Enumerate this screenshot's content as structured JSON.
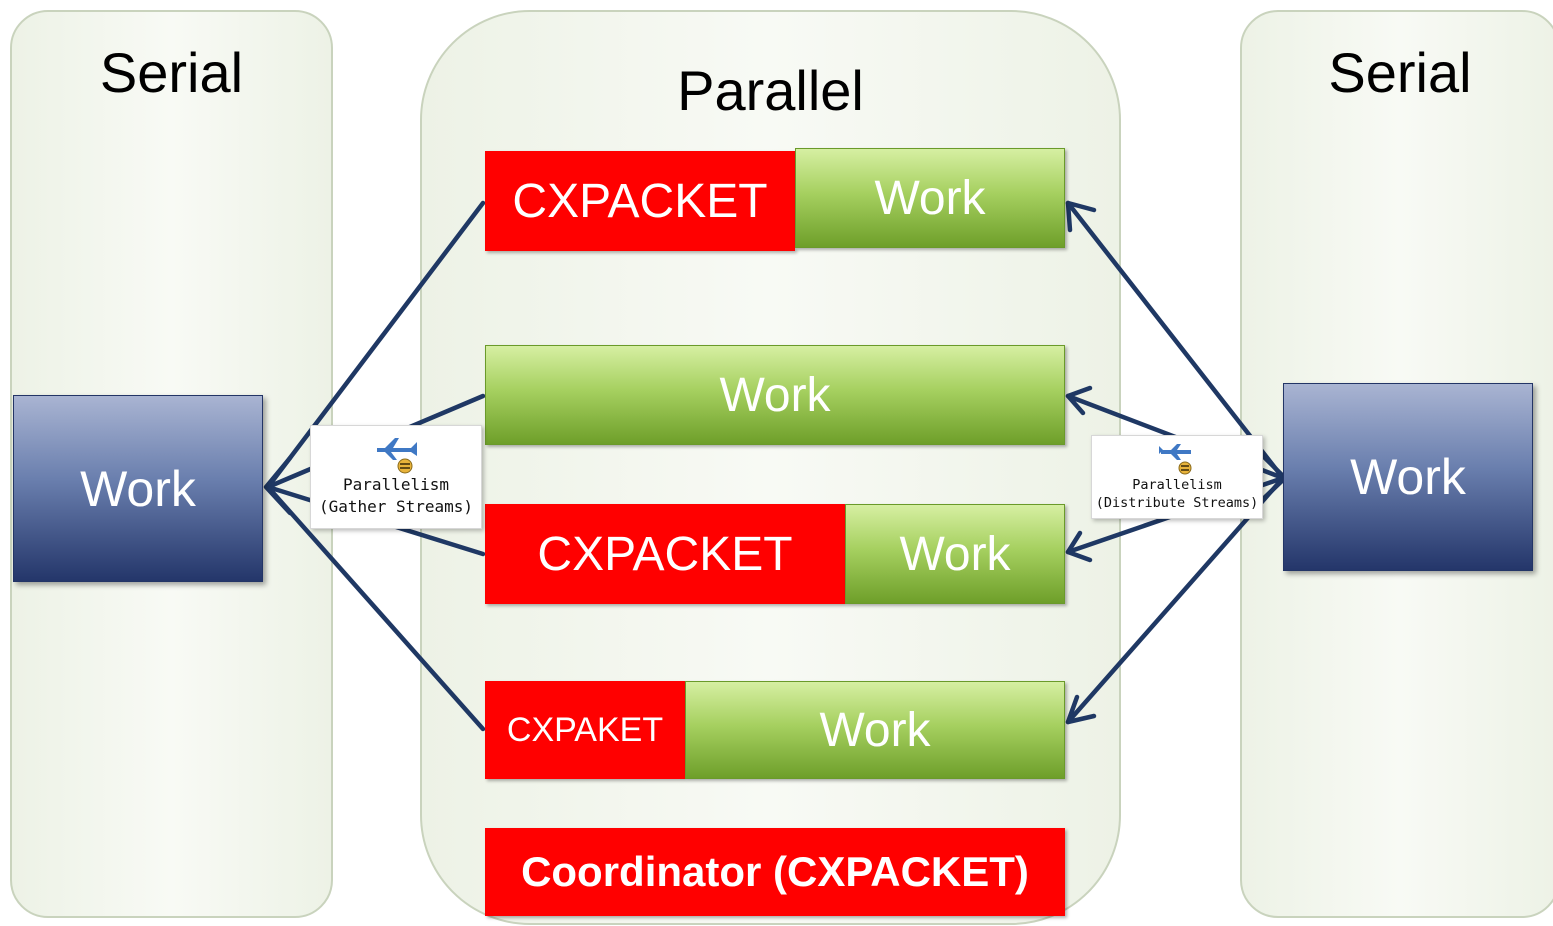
{
  "colors": {
    "cxpacket": "#ff0000",
    "work_green": "#8fc04a",
    "serial_blue": "#3a4f86",
    "arrow": "#1f3864"
  },
  "left_panel": {
    "title": "Serial",
    "work_label": "Work"
  },
  "center_panel": {
    "title": "Parallel",
    "rows": [
      {
        "cxpacket_label": "CXPACKET",
        "work_label": "Work"
      },
      {
        "work_label": "Work"
      },
      {
        "cxpacket_label": "CXPACKET",
        "work_label": "Work"
      },
      {
        "cxpacket_label": "CXPAKET",
        "work_label": "Work"
      }
    ],
    "coordinator_label": "Coordinator (CXPACKET)"
  },
  "right_panel": {
    "title": "Serial",
    "work_label": "Work"
  },
  "operators": {
    "gather": {
      "name": "Parallelism",
      "detail": "(Gather Streams)",
      "icon": "parallelism-gather-icon"
    },
    "distribute": {
      "name": "Parallelism",
      "detail": "(Distribute Streams)",
      "icon": "parallelism-distribute-icon"
    }
  }
}
